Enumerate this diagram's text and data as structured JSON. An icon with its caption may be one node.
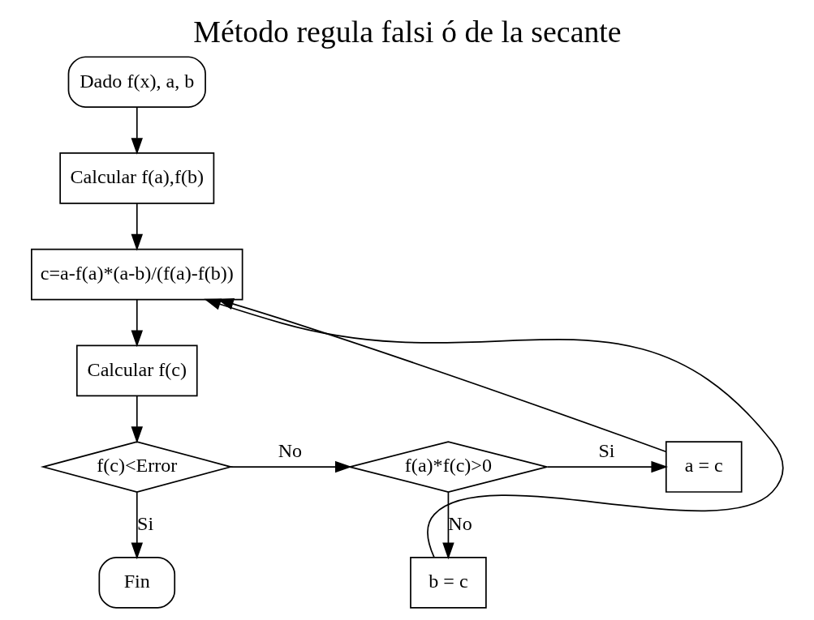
{
  "diagram": {
    "title": "Método regula falsi ó de la secante",
    "nodes": [
      {
        "text": [
          "Dado f(x), a, b"
        ]
      },
      {
        "text": [
          "Calcular f(a),f(b)"
        ]
      },
      {
        "text": [
          "c=a-f(a)*(a-b)/(f(a)-f(b))"
        ]
      },
      {
        "text": [
          "Calcular f(c)"
        ]
      },
      {
        "text": [
          "f(c)<Error"
        ]
      },
      {
        "text": [
          "f(a)*f(c)>0"
        ]
      },
      {
        "text": [
          "b = c"
        ]
      },
      {
        "text": [
          "a = c"
        ]
      },
      {
        "text": [
          "Fin"
        ]
      }
    ],
    "edges": [
      {
        "from": 0,
        "to": 1,
        "arrow": "to"
      },
      {
        "from": 1,
        "to": 2,
        "arrow": "to"
      },
      {
        "from": 2,
        "to": 3,
        "arrow": "to"
      },
      {
        "from": 3,
        "to": 4,
        "arrow": "to"
      },
      {
        "from": 4,
        "to": 5,
        "arrow": "to",
        "label": "No"
      },
      {
        "from": 4,
        "to": 8,
        "arrow": "to",
        "label": "Si"
      },
      {
        "from": 5,
        "to": 6,
        "arrow": "to",
        "label": "No"
      },
      {
        "from": 5,
        "to": 7,
        "arrow": "to",
        "label": "Si"
      },
      {
        "from": 6,
        "to": 2,
        "arrow": "to"
      },
      {
        "from": 7,
        "to": 2,
        "arrow": "to"
      }
    ]
  }
}
